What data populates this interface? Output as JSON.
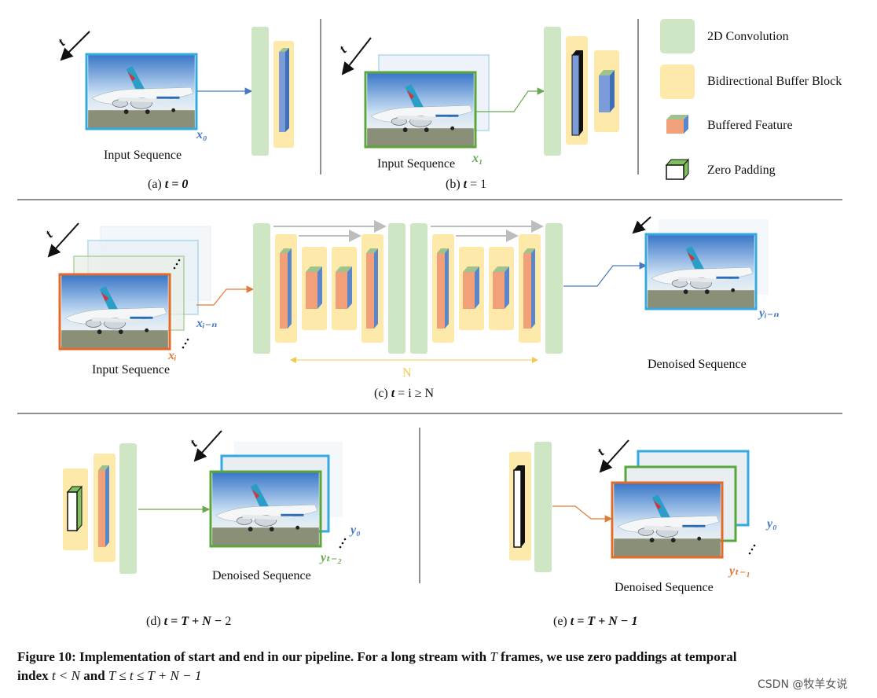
{
  "legend": {
    "conv": "2D Convolution",
    "buffer": "Bidirectional Buffer Block",
    "feature": "Buffered Feature",
    "zero": "Zero Padding"
  },
  "panel_a": {
    "input_label": "Input Sequence",
    "x_label": "x₀",
    "caption_prefix": "(a) ",
    "caption_math": "t = 0",
    "t_label": "t"
  },
  "panel_b": {
    "input_label": "Input Sequence",
    "x_label": "x₁",
    "caption_prefix": "(b) ",
    "caption_math": "t",
    "caption_suffix": " = 1",
    "t_label": "t"
  },
  "panel_c": {
    "input_label": "Input Sequence",
    "x_label_top": "xᵢ₋ₙ",
    "x_label_bottom": "xᵢ",
    "output_label": "Denoised Sequence",
    "y_label": "yᵢ₋ₙ",
    "n_label": "N",
    "caption_prefix": "(c) ",
    "caption_math": "t",
    "caption_suffix": " = i ≥ N",
    "t_label": "t",
    "t_label_out": ""
  },
  "panel_d": {
    "output_label": "Denoised Sequence",
    "y_label_top": "y₀",
    "y_label_bottom": "yₜ₋₂",
    "caption_prefix": "(d) ",
    "caption_math": "t = T + N −",
    "caption_suffix": " 2",
    "t_label": "t"
  },
  "panel_e": {
    "output_label": "Denoised Sequence",
    "y_label_top": "y₀",
    "y_label_bottom": "yₜ₋₁",
    "caption_prefix": "(e) ",
    "caption_math": "t = T + N − 1",
    "t_label": "t"
  },
  "caption": {
    "line1_a": "Figure 10: Implementation of start and end in our pipeline. For a long stream with ",
    "line1_T": "T",
    "line1_b": " frames, we use zero paddings at temporal",
    "line2_a": "index ",
    "line2_m1": "t < N",
    "line2_b": " and ",
    "line2_m2": "T ≤ t ≤ T + N − 1"
  },
  "watermark": "CSDN @牧羊女说",
  "colors": {
    "conv": "#cfe6c4",
    "buffer": "#fde9a9",
    "blue": "#4a79c4",
    "green": "#6aa84f",
    "orange": "#e07b39",
    "frame_blue": "#36a9e1",
    "frame_green": "#5aa63c",
    "frame_orange": "#e06b2a"
  }
}
